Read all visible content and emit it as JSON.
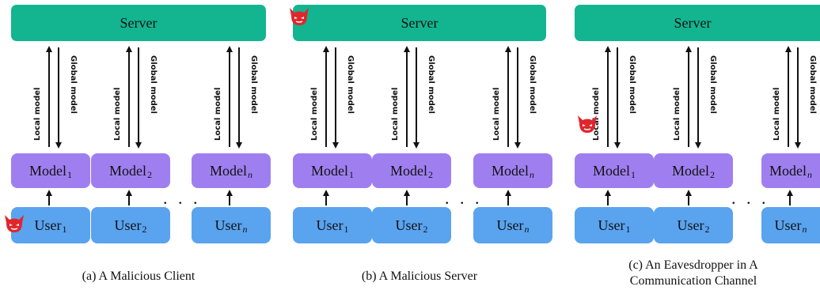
{
  "server_label": "Server",
  "local_label": "Local model",
  "global_label": "Global model",
  "model_base": "Model",
  "user_base": "User",
  "subs": [
    "1",
    "2",
    "n"
  ],
  "ellipsis": ". . .",
  "captions": {
    "a": "(a) A Malicious Client",
    "b": "(b) A Malicious Server",
    "c_line1": "(c) An Eavesdropper in A",
    "c_line2": "Communication Channel"
  },
  "colors": {
    "server": "#12b58f",
    "model": "#9f7ff0",
    "user": "#5aa3ef",
    "attacker": "#e0262c"
  },
  "icons": {
    "attacker": "devil-icon"
  }
}
